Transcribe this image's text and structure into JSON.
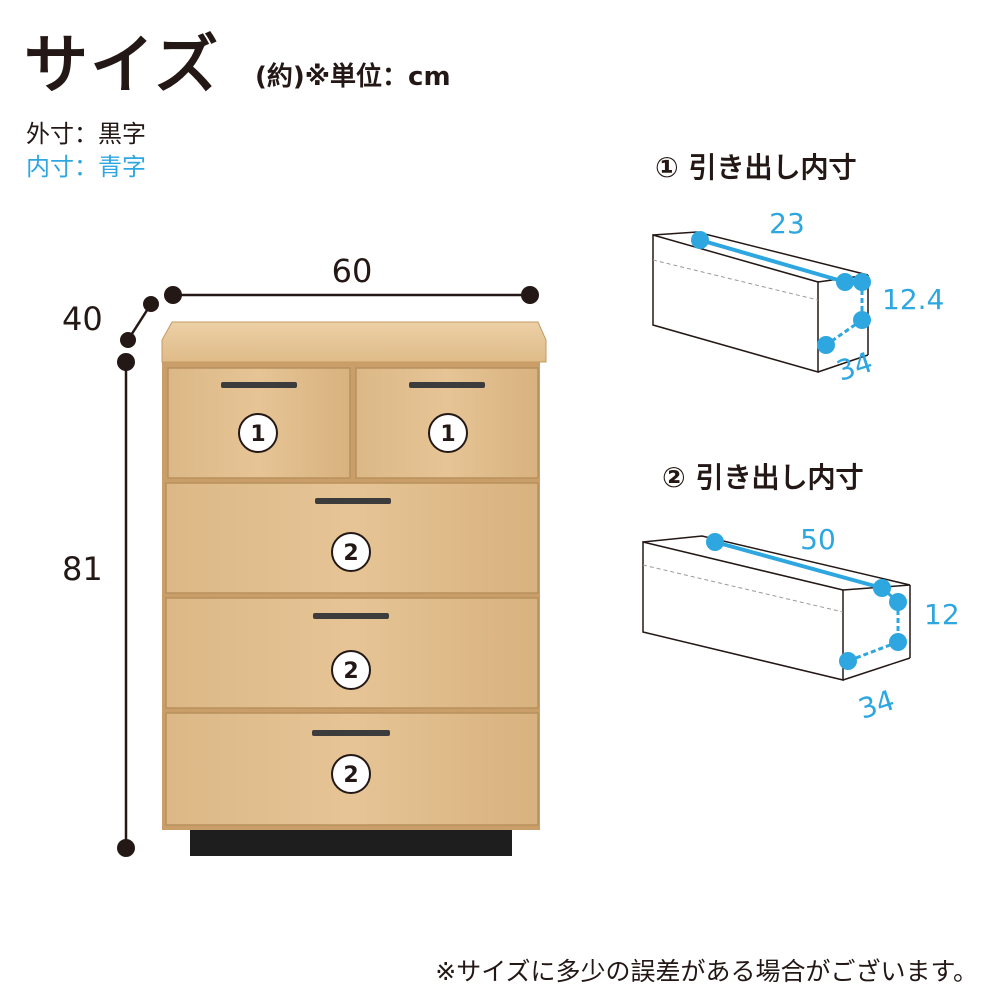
{
  "header": {
    "title": "サイズ",
    "unit_note": "(約)※単位：cm"
  },
  "legend": {
    "outer": "外寸：黒字",
    "inner": "内寸：青字"
  },
  "outer_dimensions": {
    "width": "60",
    "depth": "40",
    "height": "81"
  },
  "drawer_labels": {
    "top_left": "1",
    "top_right": "1",
    "row2": "2",
    "row3": "2",
    "row4": "2"
  },
  "drawer1": {
    "title": "① 引き出し内寸",
    "width": "23",
    "height": "12.4",
    "depth": "34"
  },
  "drawer2": {
    "title": "② 引き出し内寸",
    "width": "50",
    "height": "12",
    "depth": "34"
  },
  "footer": {
    "note": "※サイズに多少の誤差がある場合がございます。"
  },
  "colors": {
    "text": "#231815",
    "inner_blue": "#2ea7e0",
    "wood": "#e2bf8f",
    "wood_dark": "#d2aa76",
    "handle": "#3c3c3c",
    "base": "#1e1e1e"
  }
}
